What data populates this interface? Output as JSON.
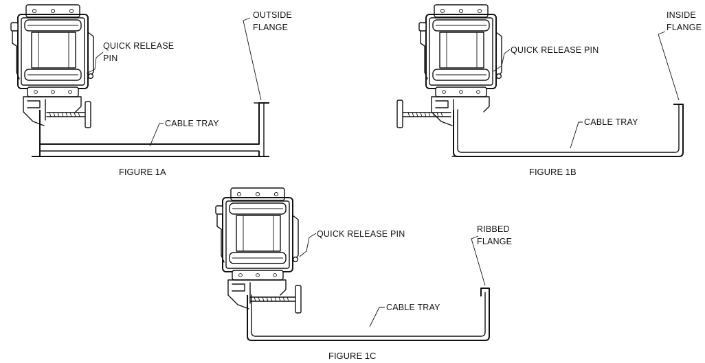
{
  "figures": [
    {
      "id": "1a",
      "caption": "FIGURE 1A",
      "flange_label": [
        "OUTSIDE",
        "FLANGE"
      ],
      "pin_label": [
        "QUICK RELEASE",
        "PIN"
      ],
      "tray_label": "CABLE TRAY"
    },
    {
      "id": "1b",
      "caption": "FIGURE 1B",
      "flange_label": [
        "INSIDE",
        "FLANGE"
      ],
      "pin_label": [
        "QUICK RELEASE PIN"
      ],
      "tray_label": "CABLE TRAY"
    },
    {
      "id": "1c",
      "caption": "FIGURE 1C",
      "flange_label": [
        "RIBBED",
        "FLANGE"
      ],
      "pin_label": [
        "QUICK RELEASE PIN"
      ],
      "tray_label": "CABLE TRAY"
    }
  ]
}
